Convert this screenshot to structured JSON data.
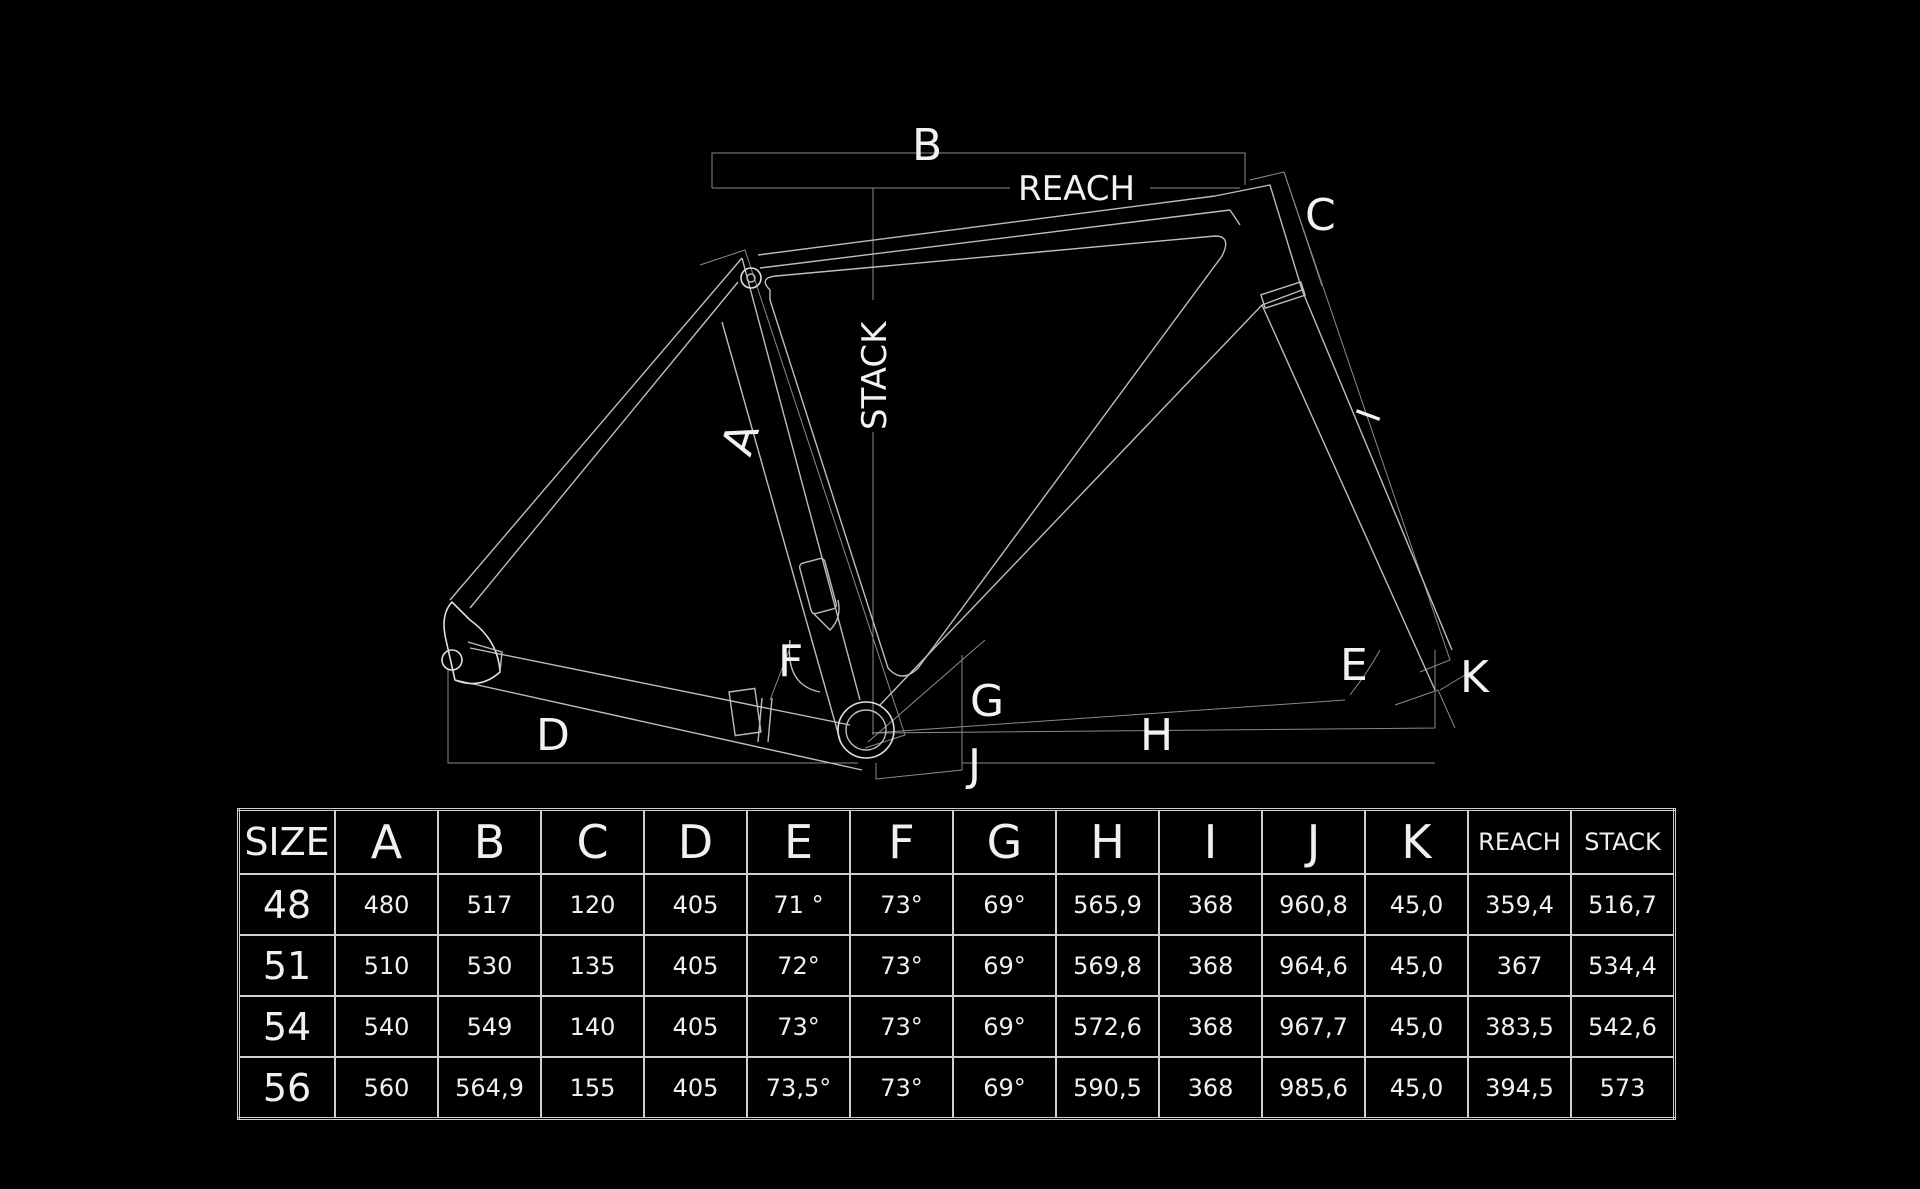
{
  "diagram": {
    "labels": {
      "a": "A",
      "b": "B",
      "c": "C",
      "d": "D",
      "e": "E",
      "f": "F",
      "g": "G",
      "h": "H",
      "i": "I",
      "j": "J",
      "k": "K",
      "reach": "REACH",
      "stack": "STACK"
    }
  },
  "table": {
    "headers": [
      "SIZE",
      "A",
      "B",
      "C",
      "D",
      "E",
      "F",
      "G",
      "H",
      "I",
      "J",
      "K",
      "REACH",
      "STACK"
    ],
    "rows": [
      [
        "48",
        "480",
        "517",
        "120",
        "405",
        "71 °",
        "73°",
        "69°",
        "565,9",
        "368",
        "960,8",
        "45,0",
        "359,4",
        "516,7"
      ],
      [
        "51",
        "510",
        "530",
        "135",
        "405",
        "72°",
        "73°",
        "69°",
        "569,8",
        "368",
        "964,6",
        "45,0",
        "367",
        "534,4"
      ],
      [
        "54",
        "540",
        "549",
        "140",
        "405",
        "73°",
        "73°",
        "69°",
        "572,6",
        "368",
        "967,7",
        "45,0",
        "383,5",
        "542,6"
      ],
      [
        "56",
        "560",
        "564,9",
        "155",
        "405",
        "73,5°",
        "73°",
        "69°",
        "590,5",
        "368",
        "985,6",
        "45,0",
        "394,5",
        "573"
      ]
    ]
  },
  "colors": {
    "background": "#000000",
    "line": "#bdbdbd",
    "text": "#f0f0f0"
  }
}
